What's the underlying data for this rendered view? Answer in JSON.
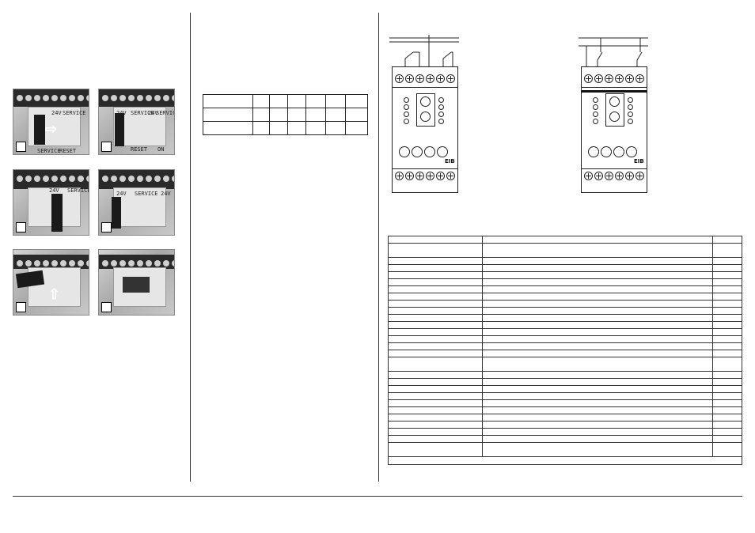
{
  "photos": [
    {
      "id": "1",
      "labels": [
        "24V",
        "SERVICE",
        "SERVICE",
        "RESET"
      ]
    },
    {
      "id": "2",
      "labels": [
        "24V",
        "SERVICE",
        "24V",
        "SERVICE",
        "RESET",
        "ON"
      ]
    },
    {
      "id": "3",
      "labels": [
        "24V",
        "SERVICE"
      ]
    },
    {
      "id": "4",
      "labels": [
        "24V",
        "SERVICE",
        "24V"
      ]
    },
    {
      "id": "5",
      "labels": []
    },
    {
      "id": "6",
      "labels": []
    }
  ],
  "config_table": {
    "rows": 3,
    "cols": 7
  },
  "diagrams": [
    {
      "name": "left-wiring-diagram",
      "logo": "EIB"
    },
    {
      "name": "right-wiring-diagram",
      "logo": "EIB"
    }
  ],
  "list_table": {
    "rows": 28
  }
}
